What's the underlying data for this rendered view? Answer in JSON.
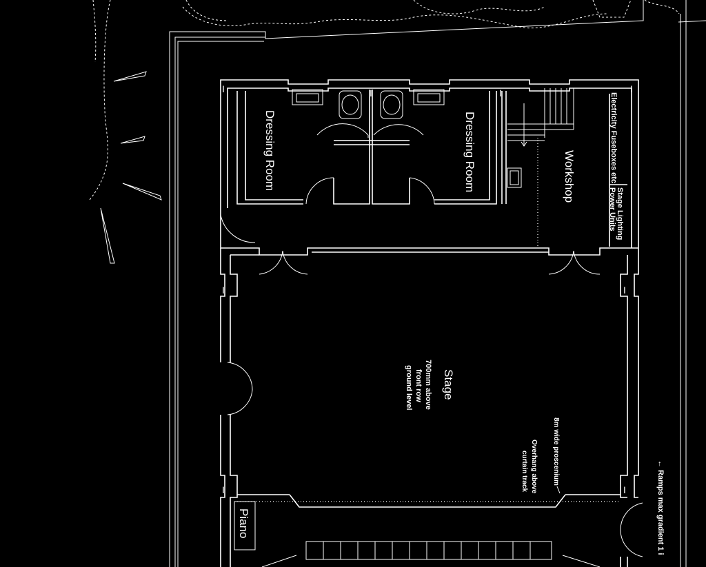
{
  "labels": {
    "dressing_room_left": "Dressing Room",
    "dressing_room_right": "Dressing Room",
    "workshop": "Workshop",
    "electricity": "Electricity Fuseboxes etc",
    "stage_lighting_1": "Stage Lighting",
    "stage_lighting_2": "Power Units",
    "stage": "Stage",
    "stage_note_1": "700mm above",
    "stage_note_2": "front row",
    "stage_note_3": "ground level",
    "proscenium": "8m wide proscenium",
    "overhang_1": "Overhang above",
    "overhang_2": "curtain track",
    "piano": "Piano",
    "ramps": "← Ramps max gradient 1 i"
  },
  "colors": {
    "background": "#000000",
    "lines": "#ffffff"
  }
}
